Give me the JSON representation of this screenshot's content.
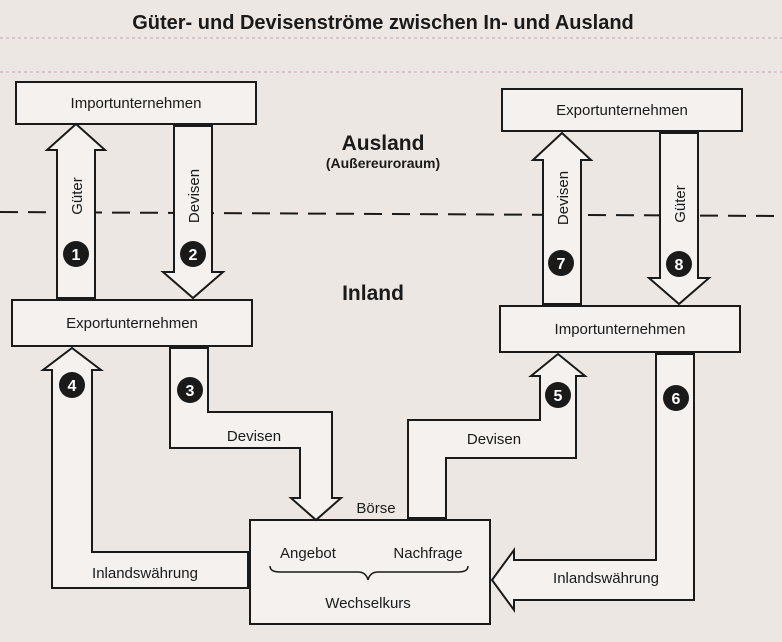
{
  "title": "Güter- und Devisenströme zwischen In- und Ausland",
  "regions": {
    "ausland": "Ausland",
    "ausland_sub": "(Außereuroraum)",
    "inland": "Inland"
  },
  "boxes": {
    "import_ausland": "Importunternehmen",
    "export_ausland": "Exportunternehmen",
    "export_inland": "Exportunternehmen",
    "import_inland": "Importunternehmen",
    "boerse_label": "Börse",
    "angebot": "Angebot",
    "nachfrage": "Nachfrage",
    "wechselkurs": "Wechselkurs"
  },
  "flows": {
    "f1": {
      "num": "1",
      "label": "Güter"
    },
    "f2": {
      "num": "2",
      "label": "Devisen"
    },
    "f3": {
      "num": "3",
      "label": "Devisen"
    },
    "f4": {
      "num": "4",
      "label": "Inlandswährung"
    },
    "f5": {
      "num": "5",
      "label": "Devisen"
    },
    "f6": {
      "num": "6",
      "label": "Inlandswährung"
    },
    "f7": {
      "num": "7",
      "label": "Devisen"
    },
    "f8": {
      "num": "8",
      "label": "Güter"
    }
  },
  "colors": {
    "background": "#ece7e2",
    "ink": "#1a1a1a",
    "box_fill": "#f4f1ee",
    "grid_line": "#c79cc4"
  }
}
